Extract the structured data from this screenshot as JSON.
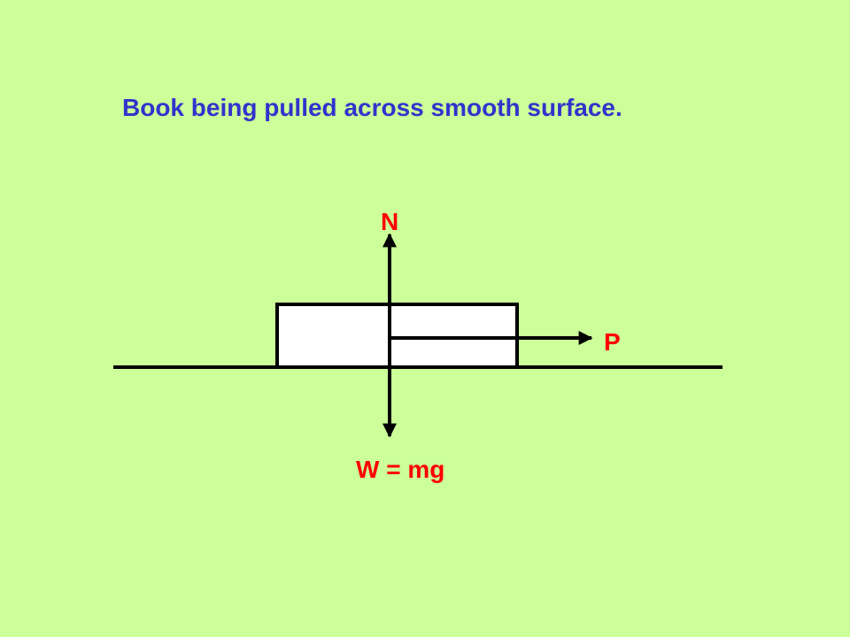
{
  "slide": {
    "title": "Book being pulled across smooth surface."
  },
  "diagram": {
    "forces": {
      "normal": "N",
      "pull": "P",
      "weight": "W = mg"
    }
  },
  "colors": {
    "background": "#ccff99",
    "title": "#3333cc",
    "force_label": "#ff0000",
    "book_fill": "#ffffff",
    "line": "#000000"
  }
}
